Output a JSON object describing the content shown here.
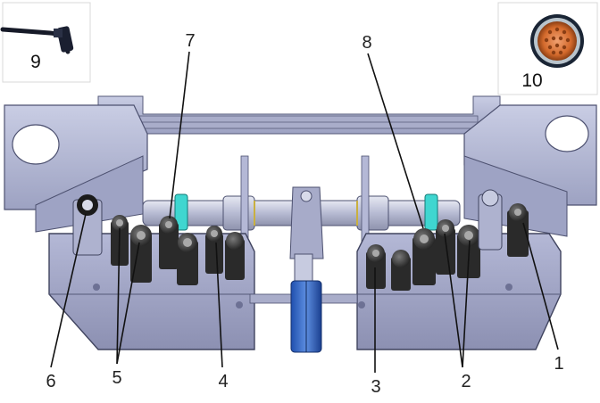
{
  "diagram": {
    "callouts": [
      "1",
      "2",
      "3",
      "4",
      "5",
      "6",
      "7",
      "8"
    ],
    "insets": {
      "cable": "9",
      "connector": "10"
    }
  }
}
